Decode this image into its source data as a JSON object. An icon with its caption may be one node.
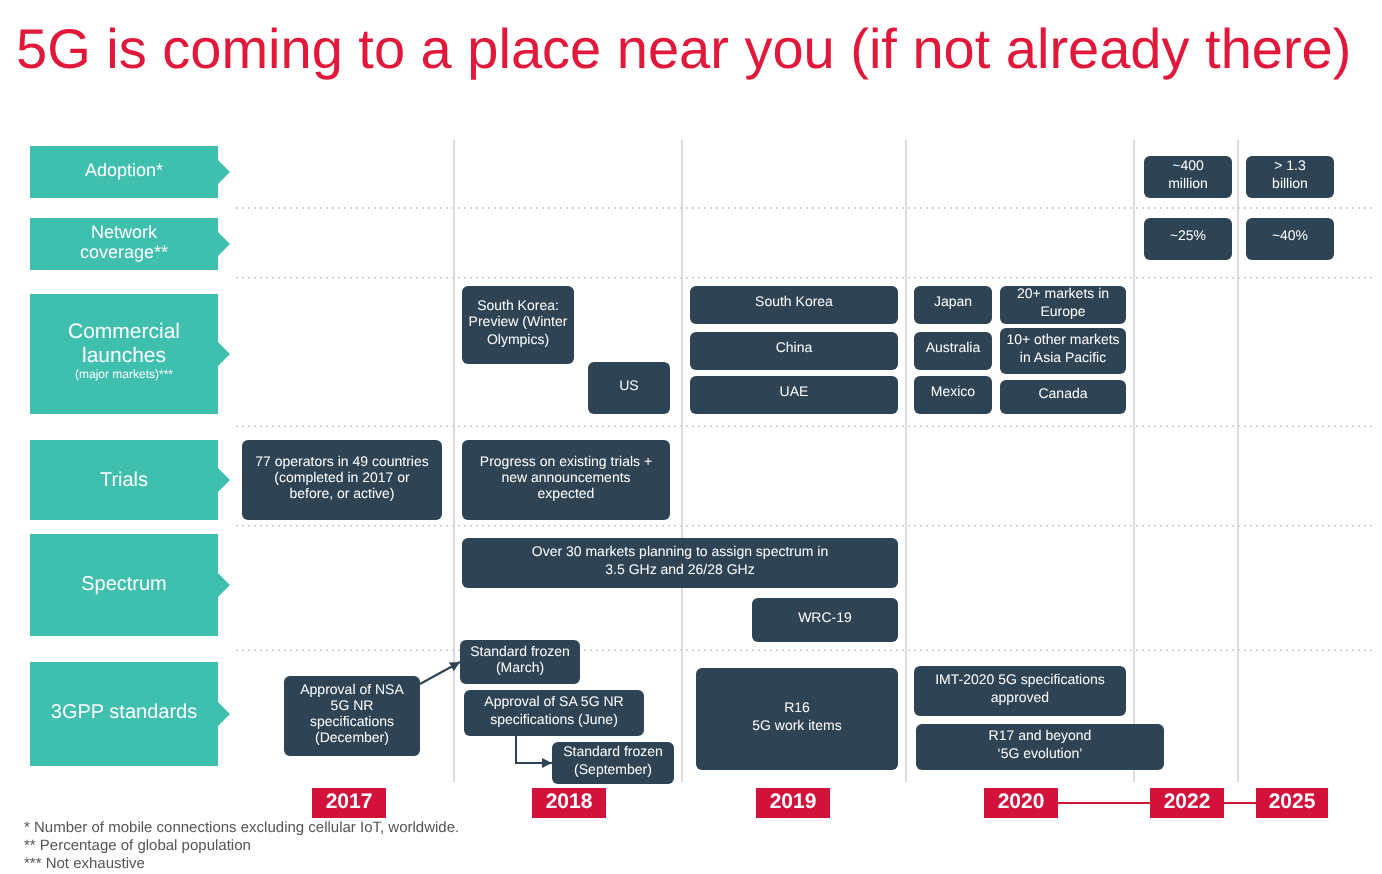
{
  "diagram": {
    "title": "5G is coming to a place near you (if not already there)",
    "nodes": [
      {
        "text": [
          "Adoption*"
        ]
      },
      {
        "text": [
          "~400 million"
        ]
      },
      {
        "text": [
          "> 1.3 billion"
        ]
      },
      {
        "text": [
          "Network coverage**"
        ]
      },
      {
        "text": [
          "~25%"
        ]
      },
      {
        "text": [
          "~40%"
        ]
      },
      {
        "text": [
          "Commercial launches",
          "(major markets)***"
        ]
      },
      {
        "text": [
          "South Korea: Preview (Winter Olympics)"
        ]
      },
      {
        "text": [
          "US"
        ]
      },
      {
        "text": [
          "South Korea"
        ]
      },
      {
        "text": [
          "China"
        ]
      },
      {
        "text": [
          "UAE"
        ]
      },
      {
        "text": [
          "Japan"
        ]
      },
      {
        "text": [
          "20+ markets in Europe"
        ]
      },
      {
        "text": [
          "Australia"
        ]
      },
      {
        "text": [
          "10+ other markets in Asia Pacific"
        ]
      },
      {
        "text": [
          "Mexico"
        ]
      },
      {
        "text": [
          "Canada"
        ]
      },
      {
        "text": [
          "Trials"
        ]
      },
      {
        "text": [
          "77 operators in 49 countries (completed in 2017 or before, or active)"
        ]
      },
      {
        "text": [
          "Progress on existing trials + new announcements expected"
        ]
      },
      {
        "text": [
          "Spectrum"
        ]
      },
      {
        "text": [
          "Over 30 markets planning to assign spectrum in 3.5 GHz and 26/28 GHz"
        ]
      },
      {
        "text": [
          "WRC-19"
        ]
      },
      {
        "text": [
          "3GPP standards"
        ]
      },
      {
        "text": [
          "Approval of NSA 5G NR specifications (December)"
        ]
      },
      {
        "text": [
          "Standard frozen (March)"
        ]
      },
      {
        "text": [
          "Approval of SA 5G NR specifications (June)"
        ]
      },
      {
        "text": [
          "Standard frozen (September)"
        ]
      },
      {
        "text": [
          "R16",
          "5G work items"
        ]
      },
      {
        "text": [
          "IMT-2020 5G specifications approved"
        ]
      },
      {
        "text": [
          "R17 and beyond",
          "‘5G evolution’"
        ]
      },
      {
        "text": [
          "2017"
        ]
      },
      {
        "text": [
          "2018"
        ]
      },
      {
        "text": [
          "2019"
        ]
      },
      {
        "text": [
          "2020"
        ]
      },
      {
        "text": [
          "2022"
        ]
      },
      {
        "text": [
          "2025"
        ]
      }
    ],
    "edges": [
      {
        "from": 25,
        "to": 26,
        "arrow": "to"
      },
      {
        "from": 27,
        "to": 28,
        "arrow": "to"
      },
      {
        "from": 35,
        "to": 36,
        "arrow": "none",
        "color": "#d3123c"
      },
      {
        "from": 36,
        "to": 37,
        "arrow": "none",
        "color": "#d3123c"
      }
    ],
    "labels": [
      "* Number of mobile connections excluding cellular IoT, worldwide.",
      "** Percentage of global population",
      "*** Not exhaustive"
    ]
  }
}
